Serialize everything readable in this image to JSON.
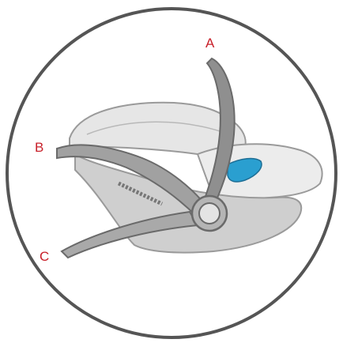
{
  "labels": {
    "a": "A",
    "b": "B",
    "c": "C"
  },
  "colors": {
    "ring": "#555555",
    "handle": "#8f8f8f",
    "handle_outline": "#6a6a6a",
    "shell": "#cfcfcf",
    "canopy": "#e6e6e6",
    "seat": "#ececec",
    "accent": "#2a9fd0",
    "label": "#c8202a"
  },
  "icons": {
    "accent_clip": "blue-release-clip"
  }
}
